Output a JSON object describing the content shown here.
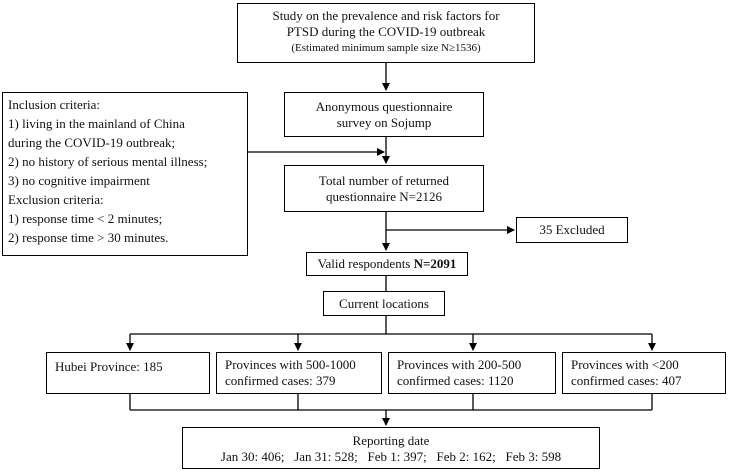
{
  "boxes": {
    "study": {
      "line1": "Study on the prevalence and risk factors for",
      "line2": "PTSD during the COVID-19 outbreak",
      "line3": "(Estimated minimum sample size N≥1536)"
    },
    "survey": {
      "line1": "Anonymous questionnaire",
      "line2": "survey on Sojump"
    },
    "criteria": {
      "inclusion_title": "Inclusion criteria:",
      "inc1a": "1) living  in the mainland of China",
      "inc1b": "during the COVID-19 outbreak;",
      "inc2": "2) no history of serious mental illness;",
      "inc3": "3) no cognitive impairment",
      "exclusion_title": "Exclusion criteria:",
      "exc1": "1) response time < 2 minutes;",
      "exc2": "2) response time > 30 minutes."
    },
    "returned": {
      "line1": "Total number of returned",
      "line2": "questionnaire N=2126"
    },
    "excluded": "35 Excluded",
    "valid": {
      "label": "Valid respondents ",
      "value": "N=2091"
    },
    "locations": "Current locations",
    "hubei": "Hubei Province: 185",
    "p500": {
      "line1": "Provinces with  500-1000",
      "line2": "confirmed cases: 379"
    },
    "p200": {
      "line1": "Provinces with  200-500",
      "line2": "confirmed cases: 1120"
    },
    "plt200": {
      "line1": "Provinces with  <200",
      "line2": "confirmed cases: 407"
    },
    "reporting": {
      "title": "Reporting date",
      "dates": "Jan 30: 406;   Jan 31: 528;   Feb 1: 397;   Feb 2: 162;   Feb 3: 598"
    }
  }
}
